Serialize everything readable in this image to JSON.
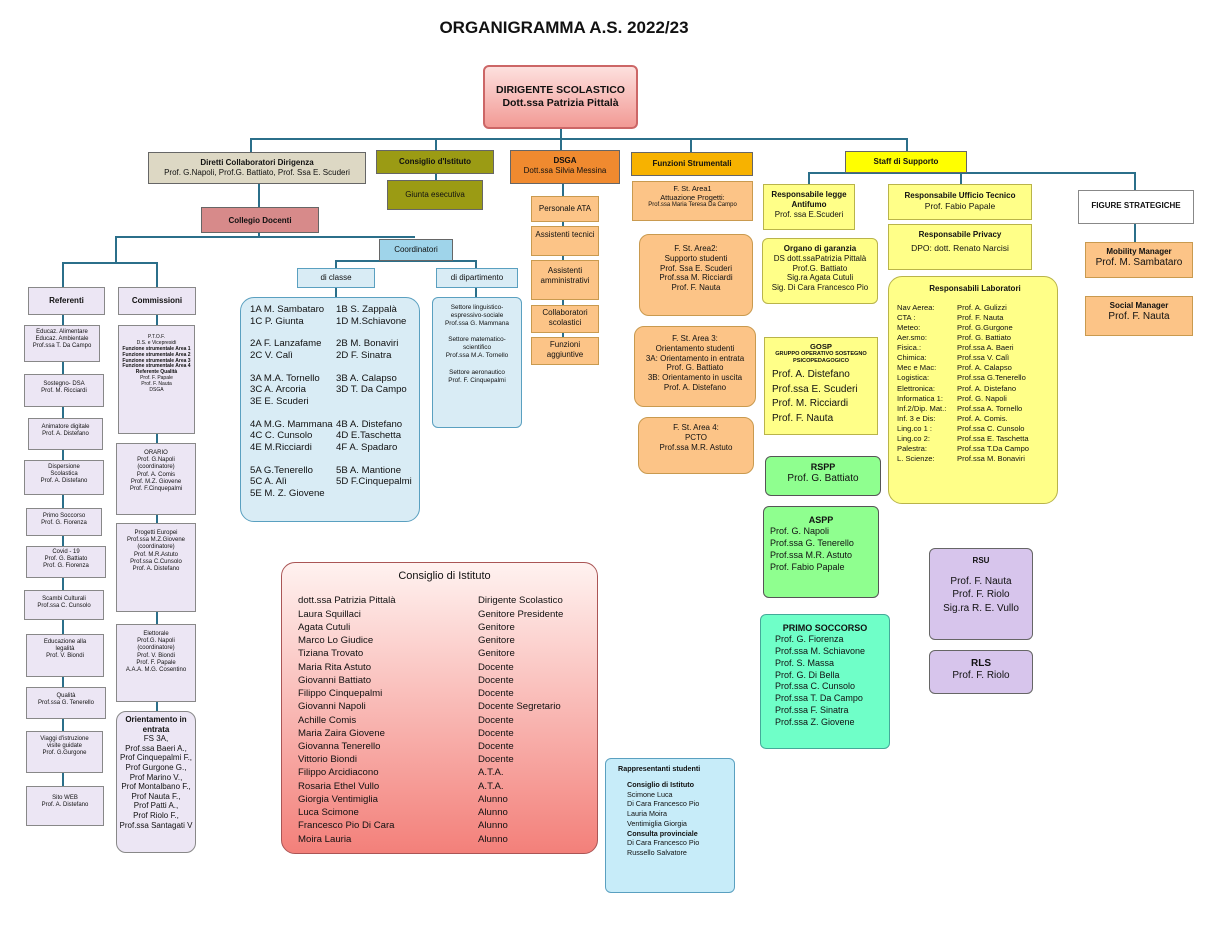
{
  "title": "ORGANIGRAMMA A.S. 2022/23",
  "dirigente": {
    "role": "DIRIGENTE SCOLASTICO",
    "name": "Dott.ssa Patrizia Pittalà"
  },
  "collaboratori": {
    "title": "Diretti Collaboratori Dirigenza",
    "names": "Prof. G.Napoli, Prof.G. Battiato, Prof. Ssa E. Scuderi"
  },
  "consiglio_top": "Consiglio d'Istituto",
  "giunta": "Giunta esecutiva",
  "dsga": {
    "title": "DSGA",
    "name": "Dott.ssa Silvia Messina",
    "items": [
      "Personale ATA",
      "Assistenti tecnici",
      "Assistenti amministrativi",
      "Collaboratori scolastici",
      "Funzioni aggiuntive"
    ]
  },
  "funzioni": {
    "title": "Funzioni Strumentali",
    "items": [
      [
        "F. St. Area1",
        "Attuazione Progetti:",
        "Prof.ssa Maria Teresa Da Campo"
      ],
      [
        "F. St. Area2:",
        "Supporto studenti",
        "Prof. Ssa E. Scuderi",
        "Prof.ssa M. Ricciardi",
        "Prof. F. Nauta"
      ],
      [
        "F. St. Area 3:",
        "Orientamento studenti",
        "3A: Orientamento in entrata",
        "Prof. G. Battiato",
        "3B: Orientamento in uscita",
        "Prof. A. Distefano"
      ],
      [
        "F. St. Area 4:",
        "PCTO",
        "Prof.ssa M.R. Astuto"
      ]
    ]
  },
  "staff": "Staff di Supporto",
  "collegio": "Collegio Docenti",
  "coordinatori": "Coordinatori",
  "di_classe": "di classe",
  "di_dipartimento": "di dipartimento",
  "classi": [
    [
      "1A M. Sambataro",
      "1B S. Zappalà"
    ],
    [
      "1C P. Giunta",
      "1D M.Schiavone"
    ],
    [
      "",
      ""
    ],
    [
      "2A F. Lanzafame",
      "2B M. Bonaviri"
    ],
    [
      "2C V. Calì",
      "2D F. Sinatra"
    ],
    [
      "",
      ""
    ],
    [
      "3A M.A. Tornello",
      "3B A. Calapso"
    ],
    [
      "3C A. Arcoria",
      "3D T. Da Campo"
    ],
    [
      "3E E. Scuderi",
      ""
    ],
    [
      "",
      ""
    ],
    [
      "4A M.G. Mammana",
      "4B A. Distefano"
    ],
    [
      "4C C. Cunsolo",
      "4D E.Taschetta"
    ],
    [
      "4E M.Ricciardi",
      "4F A. Spadaro"
    ],
    [
      "",
      ""
    ],
    [
      "5A G.Tenerello",
      "5B A. Mantione"
    ],
    [
      "5C A. Alì",
      "5D F.Cinquepalmi"
    ],
    [
      "5E M. Z. Giovene",
      ""
    ]
  ],
  "dipartimenti": [
    [
      "Settore linguistico-espressivo-sociale",
      "Prof.ssa G. Mammana"
    ],
    [
      "Settore matematico-scientifico",
      "Prof.ssa M.A. Tornello"
    ],
    [
      "Settore aeronautico",
      "Prof. F. Cinquepalmi"
    ]
  ],
  "referenti": {
    "title": "Referenti",
    "items": [
      [
        "Educaz. Alimentare",
        "Educaz. Ambientale",
        "Prof.ssa T. Da Campo"
      ],
      [
        "Sostegno- DSA",
        "Prof. M. Ricciardi"
      ],
      [
        "Animatore digitale",
        "Prof. A. Distefano"
      ],
      [
        "Dispersione",
        "Scolastica",
        "Prof. A. Distefano"
      ],
      [
        "Primo Soccorso",
        "Prof. G. Fiorenza"
      ],
      [
        "Covid - 19",
        "Prof. G. Battiato",
        "Prof. G. Fiorenza"
      ],
      [
        "Scambi Culturali",
        "Prof.ssa C. Cunsolo"
      ],
      [
        "Educazione alla",
        "legalità",
        "Prof. V. Biondi"
      ],
      [
        "Qualità",
        "Prof.ssa G. Tenerello"
      ],
      [
        "Viaggi d'istruzione",
        "visite guidate",
        "Prof. G.Gurgone"
      ],
      [
        "Sito WEB",
        "Prof. A. Distefano"
      ]
    ]
  },
  "commissioni": {
    "title": "Commissioni",
    "ptof": [
      "P.T.O.F.",
      "D.S. e Vicepresidi",
      "Funzione strumentale Area 1",
      "Funzione strumentale Area 2",
      "Funzione strumentale Area 3",
      "Funzione strumentale Area 4",
      "Referente Qualità",
      "Prof. F. Papale",
      "Prof. F. Nauta",
      "DSGA"
    ],
    "orario": [
      "ORARIO",
      "Prof. G.Napoli",
      "(coordinatore)",
      "Prof. A. Comis",
      "Prof. M.Z. Giovene",
      "Prof. F.Cinquepalmi"
    ],
    "progetti": [
      "Progetti Europei",
      "Prof.ssa M.Z.Giovene",
      "(coordinatore)",
      "Prof. M.R.Astuto",
      "Prof.ssa C.Cunsolo",
      "Prof. A. Distefano"
    ],
    "elettorale": [
      "Elettorale",
      "Prof.G. Napoli",
      "(coordinatore)",
      "Prof. V. Biondi",
      "Prof. F. Papale",
      "A.A.A. M.G. Cosentino"
    ],
    "orientamento": [
      "Orientamento in",
      "entrata",
      "FS 3A,",
      "Prof.ssa Baeri A.,",
      "Prof Cinquepalmi F.,",
      "Prof Gurgone G.,",
      "Prof Marino V.,",
      "Prof Montalbano F.,",
      "Prof Nauta F.,",
      "Prof Patti A.,",
      "Prof Riolo F.,",
      "Prof.ssa Santagati V"
    ]
  },
  "consiglio": {
    "title": "Consiglio di Istituto",
    "members": [
      [
        "dott.ssa Patrizia Pittalà",
        "Dirigente Scolastico"
      ],
      [
        "Laura Squillaci",
        "Genitore Presidente"
      ],
      [
        "Agata Cutuli",
        "Genitore"
      ],
      [
        "Marco Lo Giudice",
        "Genitore"
      ],
      [
        "Tiziana Trovato",
        "Genitore"
      ],
      [
        "Maria Rita Astuto",
        "Docente"
      ],
      [
        "Giovanni Battiato",
        "Docente"
      ],
      [
        "Filippo Cinquepalmi",
        "Docente"
      ],
      [
        "Giovanni Napoli",
        "Docente Segretario"
      ],
      [
        "Achille Comis",
        "Docente"
      ],
      [
        "Maria Zaira Giovene",
        "Docente"
      ],
      [
        "Giovanna Tenerello",
        "Docente"
      ],
      [
        "Vittorio Biondi",
        "Docente"
      ],
      [
        "Filippo Arcidiacono",
        "A.T.A."
      ],
      [
        "Rosaria Ethel Vullo",
        "A.T.A."
      ],
      [
        "Giorgia Ventimiglia",
        "Alunno"
      ],
      [
        "Luca Scimone",
        "Alunno"
      ],
      [
        "Francesco Pio Di Cara",
        "Alunno"
      ],
      [
        "Moira Lauria",
        "Alunno"
      ]
    ]
  },
  "studenti": {
    "title": "Rappresentanti studenti",
    "sub1": "Consiglio di Istituto",
    "list1": [
      "Scimone Luca",
      "Di Cara Francesco Pio",
      "Lauria Moira",
      "Ventimiglia Giorgia"
    ],
    "sub2": "Consulta provinciale",
    "list2": [
      "Di Cara Francesco Pio",
      "Russello Salvatore"
    ]
  },
  "antifumo": [
    "Responsabile legge",
    "Antifumo",
    "Prof. ssa E.Scuderi"
  ],
  "garanzia": [
    "Organo di garanzia",
    "DS dott.ssaPatrizia Pittalà",
    "Prof.G. Battiato",
    "Sig.ra Agata Cutuli",
    "Sig. Di Cara Francesco Pio"
  ],
  "gosp": {
    "title": "GOSP",
    "subtitle": "GRUPPO OPERATIVO SOSTEGNO PSICOPEDAGOGICO",
    "names": [
      "Prof. A. Distefano",
      "Prof.ssa E. Scuderi",
      "Prof. M. Ricciardi",
      "Prof. F. Nauta"
    ]
  },
  "rspp": [
    "RSPP",
    "Prof. G. Battiato"
  ],
  "aspp": {
    "title": "ASPP",
    "names": [
      "Prof. G. Napoli",
      "Prof.ssa G. Tenerello",
      "Prof.ssa M.R. Astuto",
      "Prof. Fabio Papale"
    ]
  },
  "primo_soccorso": {
    "title": "PRIMO SOCCORSO",
    "names": [
      "Prof. G. Fiorenza",
      "Prof.ssa M. Schiavone",
      "Prof. S. Massa",
      "Prof. G. Di Bella",
      "Prof.ssa C. Cunsolo",
      "Prof.ssa T. Da Campo",
      "Prof.ssa F. Sinatra",
      "Prof.ssa Z. Giovene"
    ]
  },
  "tecnico": [
    "Responsabile Ufficio Tecnico",
    "Prof. Fabio Papale"
  ],
  "privacy": [
    "Responsabile Privacy",
    "DPO: dott. Renato Narcisi"
  ],
  "laboratori": {
    "title": "Responsabili Laboratori",
    "rows": [
      [
        "Nav Aerea:",
        "Prof. A. Gulizzi"
      ],
      [
        "CTA :",
        "Prof. F. Nauta"
      ],
      [
        "Meteo:",
        "Prof. G.Gurgone"
      ],
      [
        "Aer.smo:",
        "Prof. G. Battiato"
      ],
      [
        "Fisica.:",
        "Prof.ssa A. Baeri"
      ],
      [
        "Chimica:",
        "Prof.ssa V. Calì"
      ],
      [
        "Mec e Mac:",
        "Prof. A. Calapso"
      ],
      [
        "Logistica:",
        "Prof.ssa G.Tenerello"
      ],
      [
        "Elettronica:",
        "Prof. A. Distefano"
      ],
      [
        "Informatica 1:",
        "Prof. G. Napoli"
      ],
      [
        "Inf.2/Dip. Mat.:",
        "Prof.ssa A. Tornello"
      ],
      [
        "Inf. 3 e Dis:",
        "Prof. A. Comis."
      ],
      [
        "Ling.co 1 :",
        "Prof.ssa C. Cunsolo"
      ],
      [
        "Ling.co 2:",
        "Prof.ssa E. Taschetta"
      ],
      [
        "Palestra:",
        "Prof.ssa T.Da Campo"
      ],
      [
        "L. Scienze:",
        "Prof.ssa M. Bonaviri"
      ]
    ]
  },
  "figure": "FIGURE STRATEGICHE",
  "mobility": [
    "Mobility Manager",
    "Prof. M. Sambataro"
  ],
  "social": [
    "Social Manager",
    "Prof. F. Nauta"
  ],
  "rsu": {
    "title": "RSU",
    "names": [
      "Prof. F. Nauta",
      "Prof. F. Riolo",
      "Sig.ra R. E. Vullo"
    ]
  },
  "rls": [
    "RLS",
    "Prof. F. Riolo"
  ]
}
